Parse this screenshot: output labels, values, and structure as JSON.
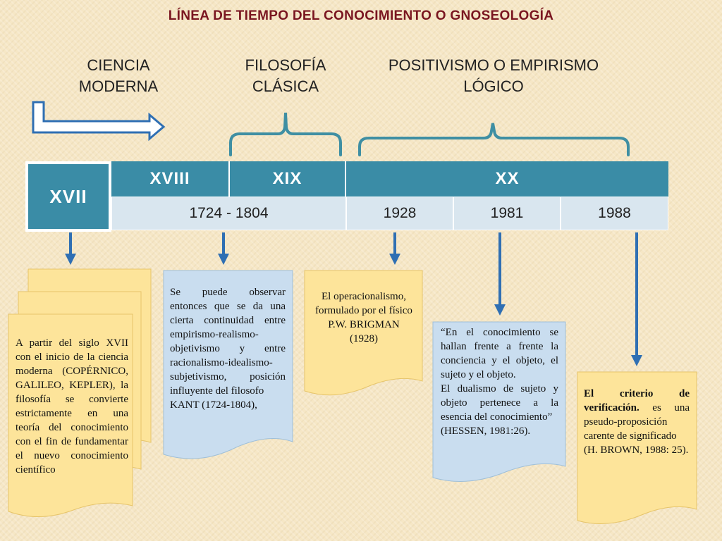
{
  "title": "LÍNEA DE TIEMPO DEL CONOCIMIENTO O GNOSEOLOGÍA",
  "eras": [
    {
      "lines": [
        "CIENCIA",
        "MODERNA"
      ]
    },
    {
      "lines": [
        "FILOSOFÍA",
        "CLÁSICA"
      ]
    },
    {
      "lines": [
        "POSITIVISMO O EMPIRISMO",
        "LÓGICO"
      ]
    }
  ],
  "timeline": {
    "centuries": [
      "XVII",
      "XVIII",
      "XIX",
      "XX"
    ],
    "years": [
      "1724 - 1804",
      "1928",
      "1981",
      "1988"
    ]
  },
  "notes": {
    "n1": "A partir del siglo XVII con el inicio de la ciencia moderna (COPÉRNICO, GALILEO, KEPLER), la filosofía se convierte estrictamente en una teoría del conocimiento con el fin de fundamentar el nuevo conocimiento científico",
    "n2_lines": [
      "Se puede observar entonces que se da una cierta continuidad entre empirismo-realismo-objetivismo y entre racionalismo-idealismo-subjetivismo, posición influyente del filosofo",
      "KANT (1724-1804),"
    ],
    "n3_lines": [
      "El operacionalismo, formulado por el físico",
      "P.W. BRIGMAN",
      "(1928)"
    ],
    "n4_lines": [
      "“En el conocimiento se hallan frente a frente la conciencia y el objeto, el sujeto y el objeto.",
      "El dualismo de sujeto y objeto pertenece a la esencia del conocimiento”",
      "(HESSEN, 1981:26)."
    ],
    "n5_bold": "El criterio de verificación.",
    "n5_rest": " es una pseudo-proposición carente de significado",
    "n5_cite": "(H. BROWN, 1988: 25)."
  },
  "colors": {
    "title": "#7a1620",
    "bracket": "#3f8fa3",
    "arrow": "#2f6fb3",
    "century_fill": "#3a8ca6",
    "year_fill": "#d9e6ef",
    "note_yellow": "#fde49a",
    "note_blue": "#c9ddef"
  }
}
